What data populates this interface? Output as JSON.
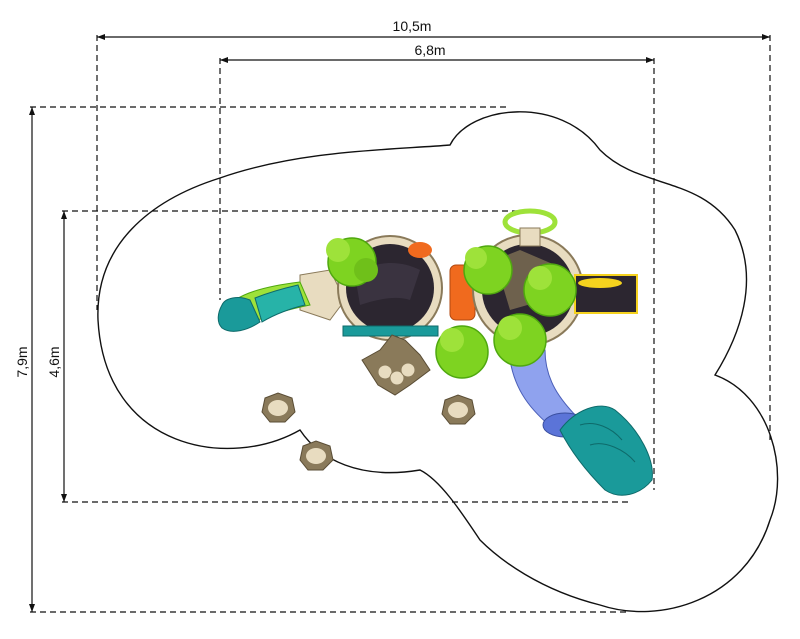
{
  "dimensions": {
    "outer_width": "10,5m",
    "inner_width": "6,8m",
    "outer_depth": "7,9m",
    "inner_depth": "4,6m"
  },
  "colors": {
    "outline": "#111111",
    "tree_green": "#7ed321",
    "tree_dark": "#4fa80f",
    "slide_teal": "#1a9a9a",
    "slide_lime": "#9ee23a",
    "tube_blue": "#5b74d8",
    "deck_dark": "#2c2630",
    "orange": "#f06a1e",
    "yellow": "#f5d21e",
    "beige": "#e8dcc0",
    "stone": "#8a7a5a"
  },
  "icons": [
    "tree-icon",
    "stepping-stump-icon",
    "slide-icon",
    "tube-slide-icon"
  ]
}
